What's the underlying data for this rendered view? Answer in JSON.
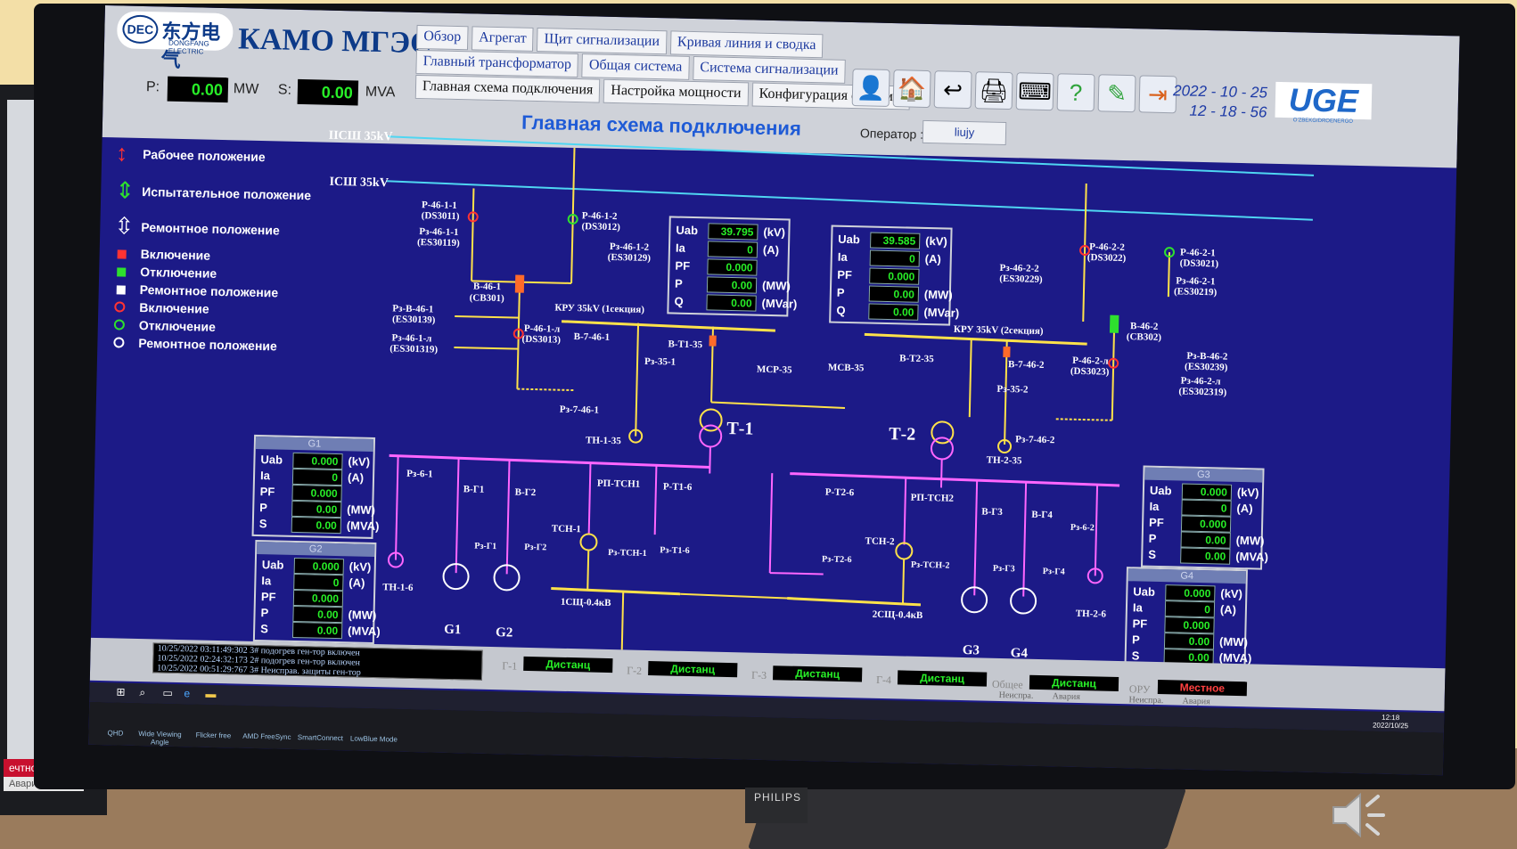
{
  "brand": {
    "cn": "东方电气",
    "en": "DONGFANG ELECTRIC",
    "short": "DEC"
  },
  "header": {
    "station": "КАМО МГЭС",
    "tabs_row1": [
      "Обзор",
      "Агрегат",
      "Щит сигнализации",
      "Кривая линия и сводка"
    ],
    "tabs_row2": [
      "Главный трансформатор",
      "Общая система",
      "Система сигнализации"
    ],
    "tabs_row3": [
      "Главная схема подключения",
      "Настройка мощности",
      "Конфигурация системы"
    ],
    "p_label": "P:",
    "p_value": "0.00",
    "p_unit": "MW",
    "s_label": "S:",
    "s_value": "0.00",
    "s_unit": "MVA",
    "operator_label": "Оператор :",
    "operator_value": "liujy",
    "date": "2022 - 10  - 25",
    "time": "12  - 18  - 56",
    "company_logo": "UGE",
    "company_sub": "O'ZBEKGIDROENERGO"
  },
  "diagram_title": "Главная схема подключения",
  "legend": [
    {
      "label": "Рабочее положение",
      "color": "#ff3333"
    },
    {
      "label": "Испытательное положение",
      "color": "#2ee02e"
    },
    {
      "label": "Ремонтное положение",
      "color": "#ffffff"
    },
    {
      "label": "Включение",
      "color": "#ff3333"
    },
    {
      "label": "Отключение",
      "color": "#2ee02e"
    },
    {
      "label": "Ремонтное положение",
      "color": "#ffffff"
    },
    {
      "label": "Включение",
      "color": "#ff3333"
    },
    {
      "label": "Отключение",
      "color": "#2ee02e"
    },
    {
      "label": "Ремонтное положение",
      "color": "#ffffff"
    }
  ],
  "buses": {
    "bus2": "IICШ 35kV",
    "bus1": "ICШ 35kV",
    "kru1": "КРУ 35kV (1секция)",
    "kru2": "КРУ 35kV (2секция)",
    "lv1": "1СЩ-0.4кВ",
    "lv2": "2СЩ-0.4кВ"
  },
  "labels": {
    "p4611": "Р-46-1-1",
    "ds3011": "(DS3011)",
    "pz4611": "Рз-46-1-1",
    "es30119": "(ES30119)",
    "p4612": "Р-46-1-2",
    "ds3012": "(DS3012)",
    "pz4612": "Рз-46-1-2",
    "es30129": "(ES30129)",
    "b461": "В-46-1",
    "cb301": "(CB301)",
    "pzb461": "Рз-В-46-1",
    "es30139": "(ES30139)",
    "pz461a": "Рз-46-1-л",
    "es301319": "(ES301319)",
    "p461a": "Р-46-1-л",
    "ds3013": "(DS3013)",
    "b7461": "В-7-46-1",
    "pz7461": "Рз-7-46-1",
    "pz351": "Рз-35-1",
    "th135": "ТН-1-35",
    "bt135": "В-Т1-35",
    "mcp35": "МСР-35",
    "t1": "Т-1",
    "mcb35": "МСВ-35",
    "bt235": "В-Т2-35",
    "t2": "Т-2",
    "b7462": "В-7-46-2",
    "pz352": "Рз-35-2",
    "th235": "ТН-2-35",
    "pz7462": "Рз-7-46-2",
    "p4622": "Р-46-2-2",
    "ds3022": "(DS3022)",
    "pz4622": "Рз-46-2-2",
    "es30229": "(ES30229)",
    "p4621": "Р-46-2-1",
    "ds3021": "(DS3021)",
    "pz4621": "Рз-46-2-1",
    "es30219": "(ES30219)",
    "b462": "В-46-2",
    "cb302": "(CB302)",
    "pzb462": "Рз-В-46-2",
    "es30239": "(ES30239)",
    "p462a": "Р-46-2-л",
    "ds3023": "(DS3023)",
    "pz462a": "Рз-46-2-л",
    "es302319": "(ES302319)",
    "pz61": "Рз-6-1",
    "bg1": "В-Г1",
    "bg2": "В-Г2",
    "rptch1": "РП-ТСН1",
    "pt16": "Р-Т1-6",
    "tch1": "ТСН-1",
    "pztch1": "Рз-ТСН-1",
    "pzt16": "Рз-Т1-6",
    "pzg1": "Рз-Г1",
    "pzg2": "Рз-Г2",
    "th16": "ТН-1-6",
    "g1": "G1",
    "g2": "G2",
    "pt26": "Р-Т2-6",
    "rptch2": "РП-ТСН2",
    "bg3": "В-Г3",
    "bg4": "В-Г4",
    "pz62": "Рз-6-2",
    "tch2": "ТСН-2",
    "pzt26": "Рз-Т2-6",
    "pztch2": "Рз-ТСН-2",
    "pzg3": "Рз-Г3",
    "pzg4": "Рз-Г4",
    "th26": "ТН-2-6",
    "g3": "G3",
    "g4": "G4"
  },
  "meters": {
    "line1": {
      "uab": "39.795",
      "ia": "0",
      "pf": "0.000",
      "p": "0.00",
      "q": "0.00"
    },
    "line2": {
      "uab": "39.585",
      "ia": "0",
      "pf": "0.000",
      "p": "0.00",
      "q": "0.00"
    }
  },
  "meter_labels": {
    "uab": "Uab",
    "ia": "Ia",
    "pf": "PF",
    "p": "P",
    "q": "Q",
    "s": "S",
    "kv": "(kV)",
    "a": "(A)",
    "mw": "(MW)",
    "mvar": "(MVar)",
    "mva": "(MVA)"
  },
  "gen_panels": [
    {
      "title": "G1",
      "uab": "0.000",
      "ia": "0",
      "pf": "0.000",
      "p": "0.00",
      "s": "0.00"
    },
    {
      "title": "G2",
      "uab": "0.000",
      "ia": "0",
      "pf": "0.000",
      "p": "0.00",
      "s": "0.00"
    },
    {
      "title": "G3",
      "uab": "0.000",
      "ia": "0",
      "pf": "0.000",
      "p": "0.00",
      "s": "0.00"
    },
    {
      "title": "G4",
      "uab": "0.000",
      "ia": "0",
      "pf": "0.000",
      "p": "0.00",
      "s": "0.00"
    }
  ],
  "log": [
    "10/25/2022   03:11:49:302     3# подогрев ген-тор включен",
    "10/25/2022   02:24:32:173     2# подогрев ген-тор включен",
    "10/25/2022   00:51:29:767     3# Неисправ. защиты ген-тор"
  ],
  "status": [
    {
      "label": "Г-1",
      "value": "Дистанц"
    },
    {
      "label": "Г-2",
      "value": "Дистанц"
    },
    {
      "label": "Г-3",
      "value": "Дистанц"
    },
    {
      "label": "Г-4",
      "value": "Дистанц"
    }
  ],
  "common": {
    "label": "Общее",
    "value": "Дистанц",
    "fault": "Неиспра.",
    "alarm": "Авария"
  },
  "orv": {
    "label": "ОРУ",
    "value": "Местное",
    "fault": "Неиспра.",
    "alarm": "Авария"
  },
  "taskbar": {
    "clock": "12:18",
    "date": "2022/10/25"
  },
  "osd": [
    "QHD",
    "Wide Viewing Angle",
    "Flicker free",
    "AMD FreeSync",
    "SmartConnect",
    "LowBlue Mode"
  ],
  "monitor_brand": "PHILIPS",
  "left_monitor": {
    "badge": "ечтное",
    "badge2": "Авария"
  }
}
